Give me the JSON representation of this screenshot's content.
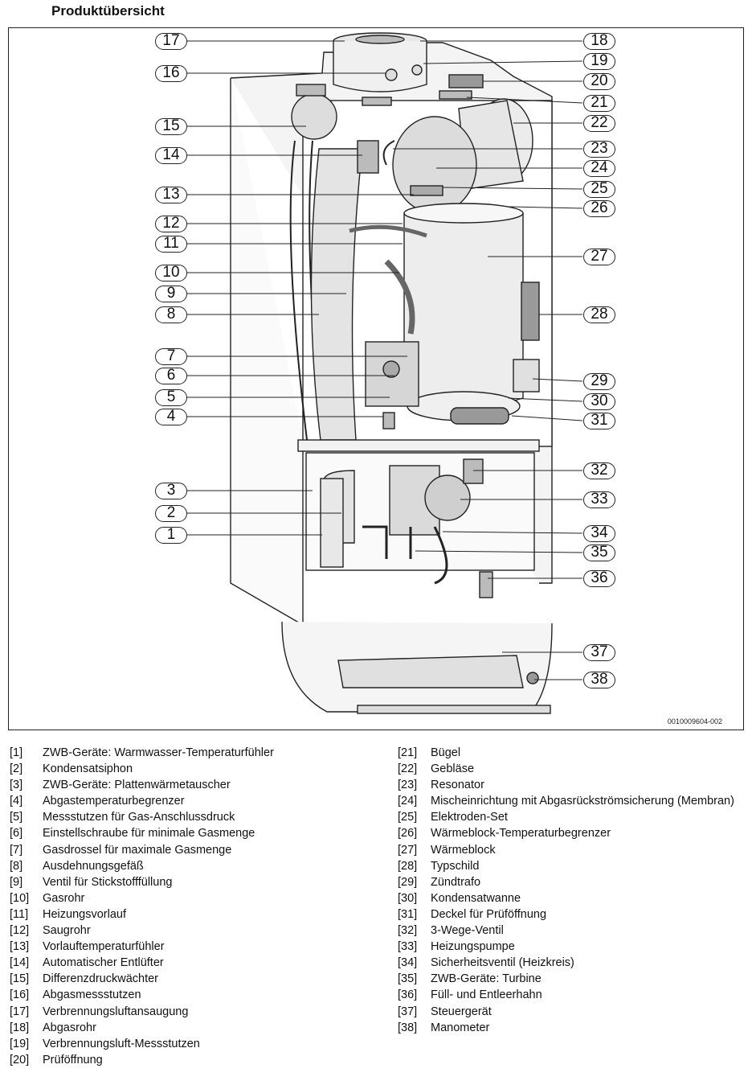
{
  "title": "Produktübersicht",
  "figure_id": "0010009604-002",
  "callouts_left": [
    "17",
    "16",
    "15",
    "14",
    "13",
    "12",
    "11",
    "10",
    "9",
    "8",
    "7",
    "6",
    "5",
    "4",
    "3",
    "2",
    "1"
  ],
  "callouts_right": [
    "18",
    "19",
    "20",
    "21",
    "22",
    "23",
    "24",
    "25",
    "26",
    "27",
    "28",
    "29",
    "30",
    "31",
    "32",
    "33",
    "34",
    "35",
    "36",
    "37",
    "38"
  ],
  "legend_left": [
    {
      "num": "[1]",
      "text": "ZWB-Geräte: Warmwasser-Temperaturfühler"
    },
    {
      "num": "[2]",
      "text": "Kondensatsiphon"
    },
    {
      "num": "[3]",
      "text": "ZWB-Geräte: Plattenwärmetauscher"
    },
    {
      "num": "[4]",
      "text": "Abgastemperaturbegrenzer"
    },
    {
      "num": "[5]",
      "text": "Messstutzen für Gas-Anschlussdruck"
    },
    {
      "num": "[6]",
      "text": "Einstellschraube für minimale Gasmenge"
    },
    {
      "num": "[7]",
      "text": "Gasdrossel für maximale Gasmenge"
    },
    {
      "num": "[8]",
      "text": "Ausdehnungsgefäß"
    },
    {
      "num": "[9]",
      "text": "Ventil für Stickstofffüllung"
    },
    {
      "num": "[10]",
      "text": "Gasrohr"
    },
    {
      "num": "[11]",
      "text": "Heizungsvorlauf"
    },
    {
      "num": "[12]",
      "text": "Saugrohr"
    },
    {
      "num": "[13]",
      "text": "Vorlauftemperaturfühler"
    },
    {
      "num": "[14]",
      "text": "Automatischer Entlüfter"
    },
    {
      "num": "[15]",
      "text": "Differenzdruckwächter"
    },
    {
      "num": "[16]",
      "text": "Abgasmessstutzen"
    },
    {
      "num": "[17]",
      "text": "Verbrennungsluftansaugung"
    },
    {
      "num": "[18]",
      "text": "Abgasrohr"
    },
    {
      "num": "[19]",
      "text": "Verbrennungsluft-Messstutzen"
    },
    {
      "num": "[20]",
      "text": "Prüföffnung"
    }
  ],
  "legend_right": [
    {
      "num": "[21]",
      "text": "Bügel"
    },
    {
      "num": "[22]",
      "text": "Gebläse"
    },
    {
      "num": "[23]",
      "text": "Resonator"
    },
    {
      "num": "[24]",
      "text": "Mischeinrichtung mit Abgasrückströmsicherung (Membran)"
    },
    {
      "num": "[25]",
      "text": "Elektroden-Set"
    },
    {
      "num": "[26]",
      "text": "Wärmeblock-Temperaturbegrenzer"
    },
    {
      "num": "[27]",
      "text": "Wärmeblock"
    },
    {
      "num": "[28]",
      "text": "Typschild"
    },
    {
      "num": "[29]",
      "text": "Zündtrafo"
    },
    {
      "num": "[30]",
      "text": "Kondensatwanne"
    },
    {
      "num": "[31]",
      "text": "Deckel für Prüföffnung"
    },
    {
      "num": "[32]",
      "text": "3-Wege-Ventil"
    },
    {
      "num": "[33]",
      "text": "Heizungspumpe"
    },
    {
      "num": "[34]",
      "text": "Sicherheitsventil (Heizkreis)"
    },
    {
      "num": "[35]",
      "text": "ZWB-Geräte: Turbine"
    },
    {
      "num": "[36]",
      "text": "Füll- und Entleerhahn"
    },
    {
      "num": "[37]",
      "text": "Steuergerät"
    },
    {
      "num": "[38]",
      "text": "Manometer"
    }
  ]
}
